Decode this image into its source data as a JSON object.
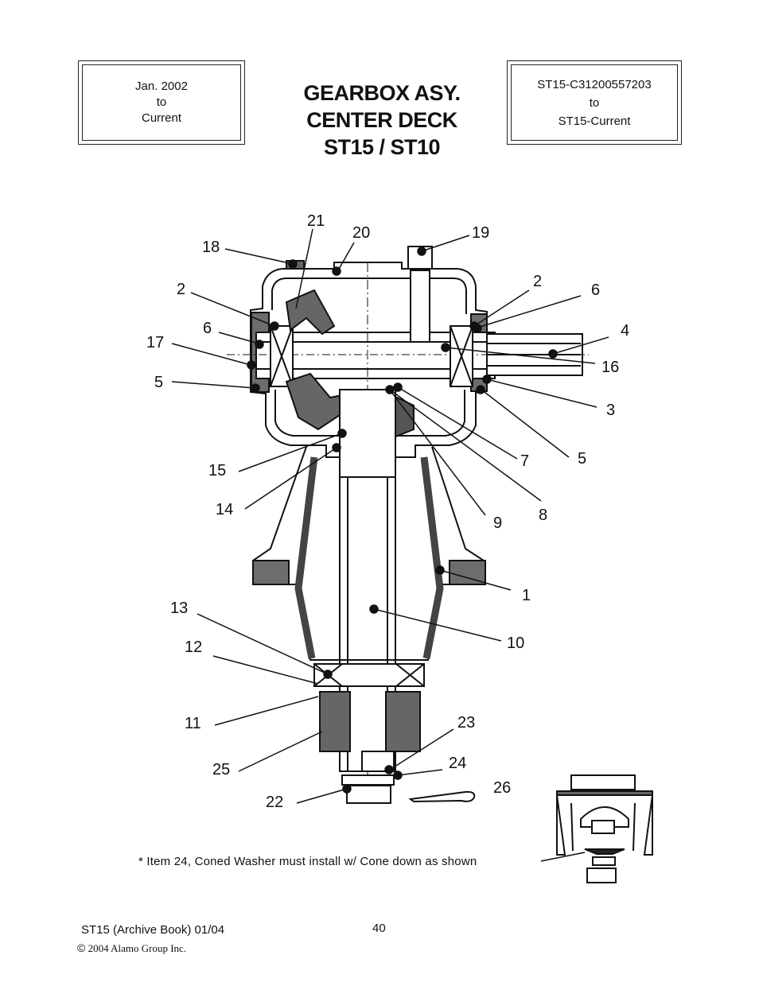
{
  "header": {
    "date_range": {
      "line1": "Jan. 2002",
      "line2": "to",
      "line3": "Current"
    },
    "title": {
      "line1": "GEARBOX ASY.",
      "line2": "CENTER DECK",
      "line3": "ST15 / ST10"
    },
    "serial_range": {
      "line1": "ST15-C31200557203",
      "line2": "to",
      "line3": "ST15-Current"
    }
  },
  "diagram": {
    "callouts": [
      "1",
      "2",
      "2",
      "3",
      "4",
      "5",
      "5",
      "6",
      "6",
      "7",
      "8",
      "9",
      "10",
      "11",
      "12",
      "13",
      "14",
      "15",
      "16",
      "17",
      "18",
      "19",
      "20",
      "21",
      "22",
      "23",
      "24",
      "25",
      "26"
    ]
  },
  "note": "* Item 24, Coned Washer must install w/ Cone down as shown",
  "footer": {
    "book": "ST15  (Archive Book) 01/04",
    "copyright_symbol": "©",
    "copyright_text": " 2004 Alamo Group Inc.",
    "page_number": "40"
  }
}
